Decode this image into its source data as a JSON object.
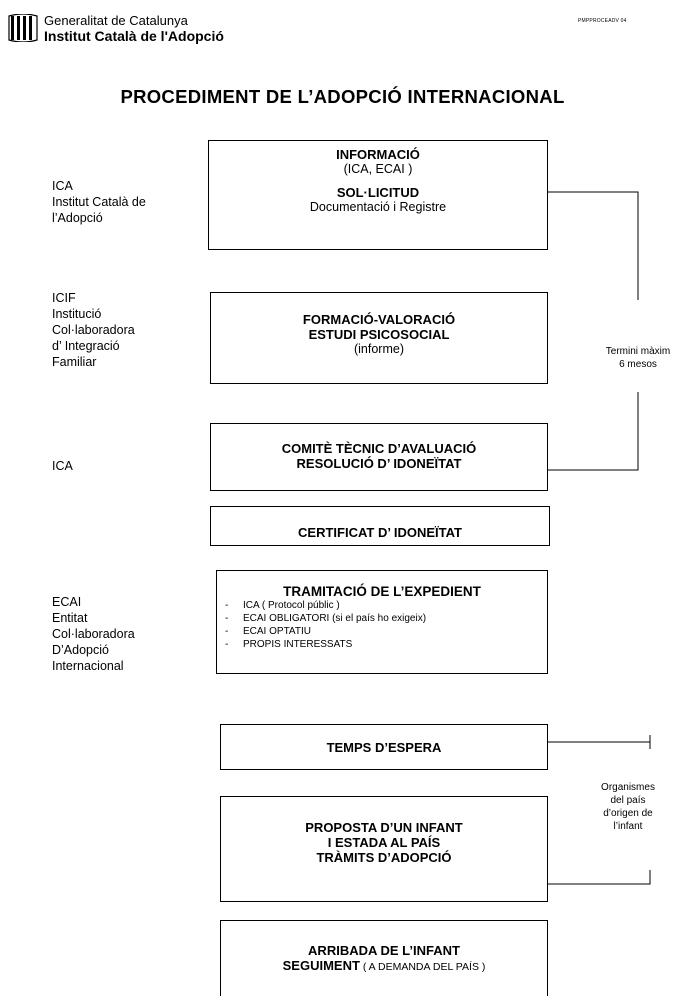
{
  "header": {
    "org_line1": "Generalitat de Catalunya",
    "org_line2": "Institut Català de l'Adopció",
    "doc_ref": "PMPPROCEADV 04"
  },
  "title": "PROCEDIMENT DE L’ADOPCIÓ INTERNACIONAL",
  "labels": {
    "ica1": [
      "ICA",
      "Institut Català  de",
      "l’Adopció"
    ],
    "icif": [
      "ICIF",
      "Institució",
      "Col·laboradora",
      "d’ Integració",
      "Familiar"
    ],
    "ica2": [
      "ICA"
    ],
    "ecai": [
      "ECAI",
      "Entitat",
      "Col·laboradora",
      "D’Adopció",
      "Internacional"
    ]
  },
  "steps": {
    "informacio": {
      "title": "INFORMACIÓ",
      "sub": "(ICA, ECAI )",
      "title2": "SOL·LICITUD",
      "sub2": "Documentació i Registre"
    },
    "formacio": {
      "line1": "FORMACIÓ-VALORACIÓ",
      "line2": "ESTUDI PSICOSOCIAL",
      "line3": "(informe)"
    },
    "comite": {
      "line1": "COMITÈ TÈCNIC D’AVALUACIÓ",
      "line2": "RESOLUCIÓ D’ IDONEÏTAT"
    },
    "certificat": {
      "line1": "CERTIFICAT D’ IDONEÏTAT"
    },
    "tramitacio": {
      "title": "TRAMITACIÓ DE L’EXPEDIENT",
      "items": [
        "ICA ( Protocol públic )",
        "ECAI OBLIGATORI (si el país ho exigeix)",
        "ECAI OPTATIU",
        "PROPIS INTERESSATS"
      ]
    },
    "temps": {
      "line1": "TEMPS D’ESPERA"
    },
    "proposta": {
      "line1": "PROPOSTA D’UN INFANT",
      "line2": "I ESTADA AL PAÍS",
      "line3": "TRÀMITS D’ADOPCIÓ"
    },
    "arribada": {
      "line1": "ARRIBADA DE L’INFANT",
      "line2_bold": "SEGUIMENT",
      "line2_rest": " ( A DEMANDA DEL PAÍS )"
    }
  },
  "notes": {
    "termini": [
      "Termini màxim",
      "6 mesos"
    ],
    "organismes": [
      "Organismes",
      "del país",
      "d’origen de",
      "l’infant"
    ]
  }
}
